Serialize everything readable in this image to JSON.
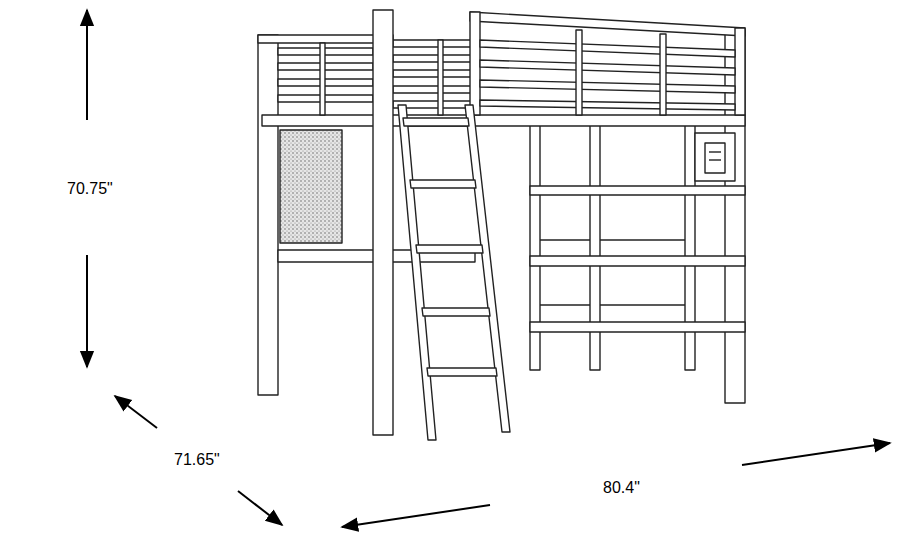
{
  "diagram": {
    "labels": [
      "70.75\"",
      "71.65\"",
      "80.4\""
    ]
  }
}
